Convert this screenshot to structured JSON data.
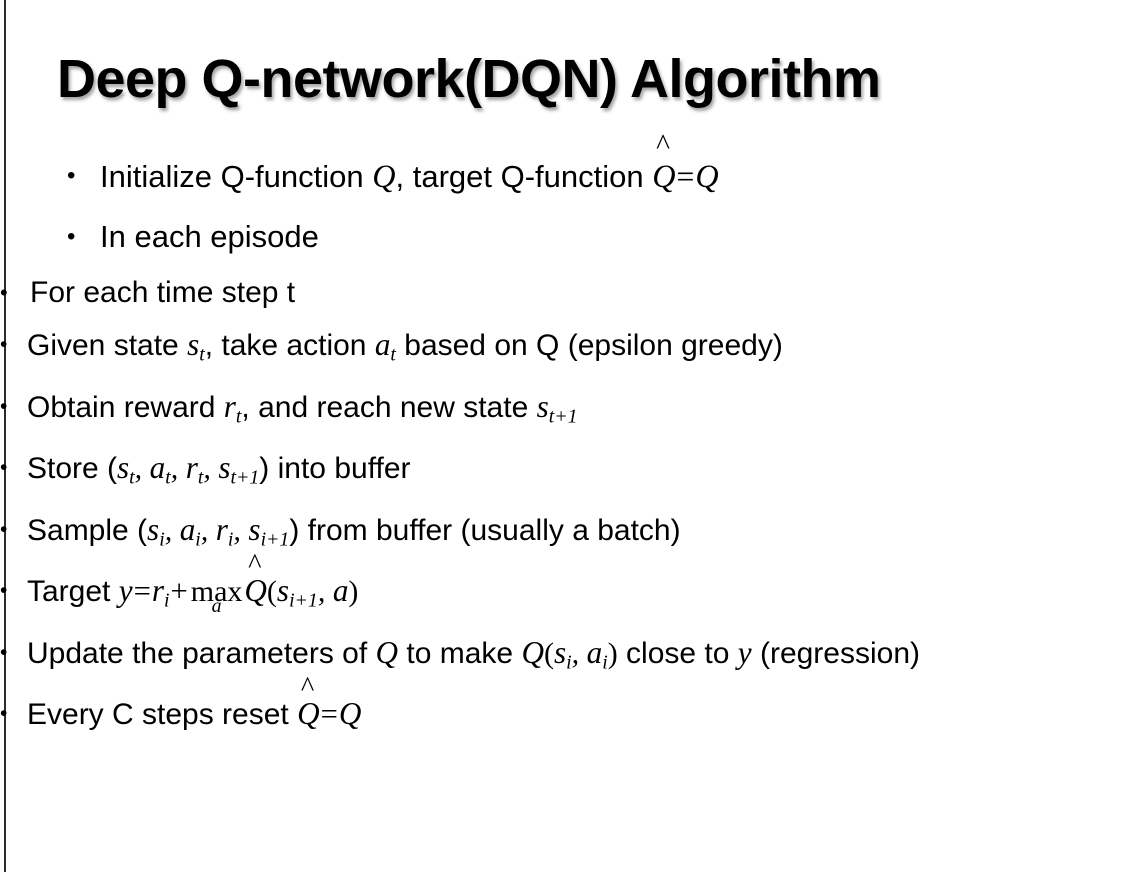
{
  "slide": {
    "title": "Deep Q-network(DQN) Algorithm",
    "background_color": "#ffffff",
    "text_color": "#000000",
    "left_rule_color": "#2b2b2b",
    "bullet_glyph": "•"
  },
  "bullets": {
    "b1": {
      "pre": "Initialize Q-function ",
      "v1": "Q",
      "mid": ", target Q-function ",
      "v2": "Q",
      "hat": "̂",
      "eq": "=",
      "v3": "Q"
    },
    "b2": {
      "text": "In each episode"
    },
    "b3": {
      "text": "For each time step t"
    },
    "b4": {
      "pre": "Given state ",
      "v1": "s",
      "sub1": "t",
      "mid": ", take action ",
      "v2": "a",
      "sub2": "t",
      "post": " based on Q (epsilon greedy)"
    },
    "b5": {
      "pre": "Obtain reward ",
      "v1": "r",
      "sub1": "t",
      "mid": ", and reach new state ",
      "v2": "s",
      "sub2": "t+1"
    },
    "b6": {
      "pre": "Store (",
      "v1": "s",
      "sub1": "t",
      "c1": ", ",
      "v2": "a",
      "sub2": "t",
      "c2": ", ",
      "v3": "r",
      "sub3": "t",
      "c3": ", ",
      "v4": "s",
      "sub4": "t+1",
      "post": ") into buffer"
    },
    "b7": {
      "pre": "Sample (",
      "v1": "s",
      "sub1": "i",
      "c1": ", ",
      "v2": "a",
      "sub2": "i",
      "c2": ", ",
      "v3": "r",
      "sub3": "i",
      "c3": ", ",
      "v4": "s",
      "sub4": "i+1",
      "post": ") from buffer (usually a batch)"
    },
    "b8": {
      "pre": "Target ",
      "y": "y",
      "eq": "=",
      "r": "r",
      "rsub": "i",
      "plus": "+",
      "op": "max",
      "oplimit": "a",
      "qhat": "Q",
      "hat": "̂",
      "open": "(",
      "s": "s",
      "ssub": "i+1",
      "comma": ", ",
      "a": "a",
      "close": ")"
    },
    "b9": {
      "pre": "Update the parameters of ",
      "v1": "Q",
      "mid": " to make ",
      "v2": "Q",
      "open": "(",
      "s": "s",
      "ssub": "i",
      "comma": ", ",
      "a": "a",
      "asub": "i",
      "close": ")",
      "post": " close to ",
      "y": "y",
      "tail": " (regression)"
    },
    "b10": {
      "pre": "Every C steps reset ",
      "v1": "Q",
      "hat": "̂",
      "eq": "=",
      "v2": "Q"
    }
  }
}
